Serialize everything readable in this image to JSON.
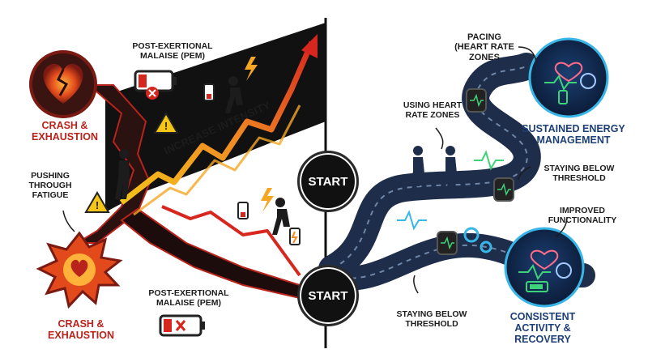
{
  "labels": {
    "pem_top": "POST-EXERTIONAL\nMALAISE (PEM)",
    "crash_top": "CRASH &\nEXHAUSTION",
    "pushing": "PUSHING\nTHROUGH\nFATIGUE",
    "increase": "INCREASE INTENSITY",
    "crash_bottom": "CRASH &\nEXHAUSTION",
    "pem_bottom": "POST-EXERTIONAL\nMALAISE (PEM)",
    "start_top": "START",
    "start_bottom": "START",
    "pacing": "PACING\n(HEART RATE\nZONES",
    "using_hr": "USING HEART\nRATE ZONES",
    "sustained": "SUSTAINED ENERGY\nMANAGEMENT",
    "staying_mid": "STAYING BELOW\nTHRESHOLD",
    "improved": "IMPROVED\nFUNCTIONALITY",
    "staying_bottom": "STAYING BELOW\nTHRESHOLD",
    "consistent": "CONSISTENT\nACTIVITY &\nRECOVERY"
  },
  "colors": {
    "crash_red": "#b8231b",
    "warning_yellow": "#f5c518",
    "arrow_orange": "#f08a24",
    "road_navy": "#1e2d4a",
    "glow_blue": "#38b6e8",
    "pulse_green": "#3ed37a"
  },
  "icons": {
    "broken_heart": "broken-heart-icon",
    "explosion": "explosion-icon",
    "battery_low": "low-battery-icon",
    "warning": "warning-icon",
    "watch": "smartwatch-icon",
    "gears": "gears-icon",
    "health": "health-circle-icon"
  }
}
